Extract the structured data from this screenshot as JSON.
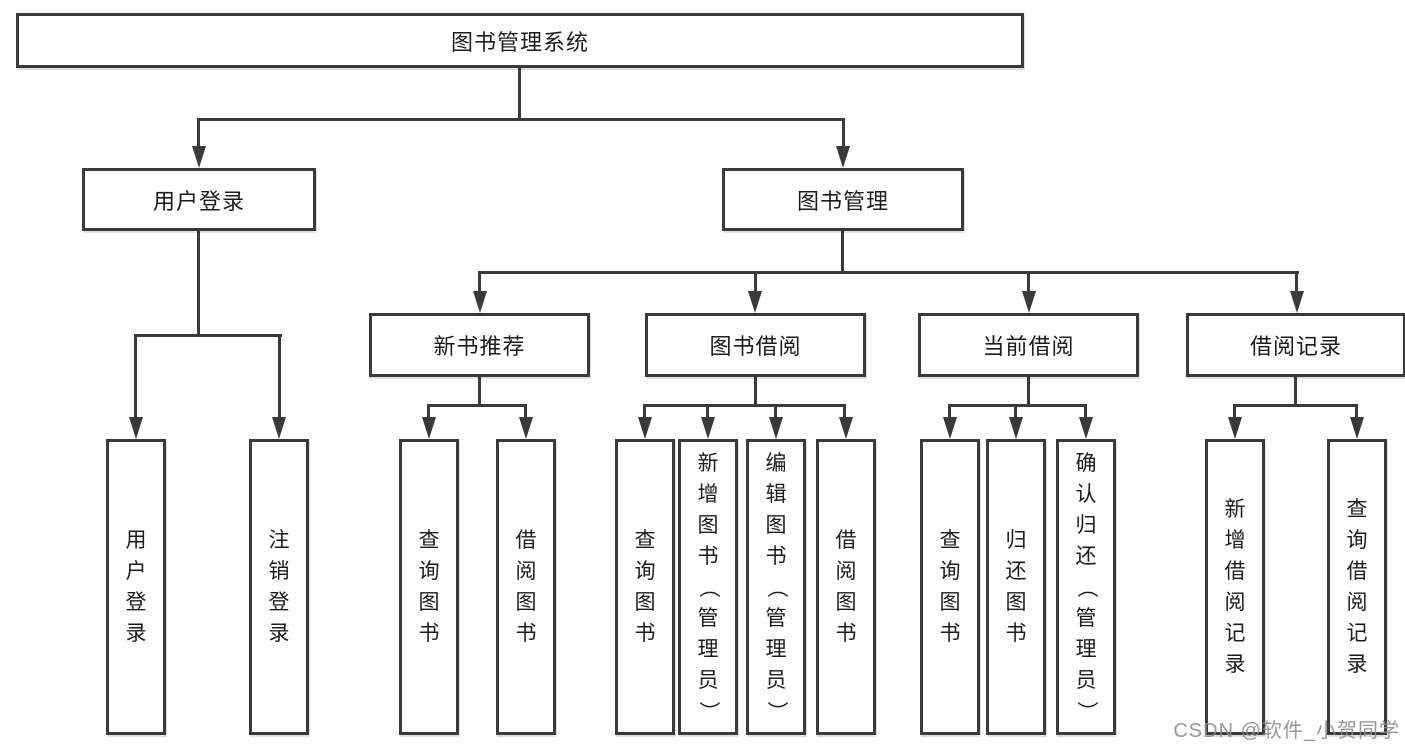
{
  "tree": {
    "label": "图书管理系统",
    "children": [
      {
        "label": "用户登录",
        "children": [
          {
            "label": "用户登录"
          },
          {
            "label": "注销登录"
          }
        ]
      },
      {
        "label": "图书管理",
        "children": [
          {
            "label": "新书推荐",
            "children": [
              {
                "label": "查询图书"
              },
              {
                "label": "借阅图书"
              }
            ]
          },
          {
            "label": "图书借阅",
            "children": [
              {
                "label": "查询图书"
              },
              {
                "label": "新增图书（管理员）"
              },
              {
                "label": "编辑图书（管理员）"
              },
              {
                "label": "借阅图书"
              }
            ]
          },
          {
            "label": "当前借阅",
            "children": [
              {
                "label": "查询图书"
              },
              {
                "label": "归还图书"
              },
              {
                "label": "确认归还（管理员）"
              }
            ]
          },
          {
            "label": "借阅记录",
            "children": [
              {
                "label": "新增借阅记录"
              },
              {
                "label": "查询借阅记录"
              }
            ]
          }
        ]
      }
    ]
  },
  "watermark": {
    "text": "CSDN @软件_小贺同学"
  },
  "colors": {
    "line": "#3a3a3a",
    "text": "#1c1c1c",
    "background": "#ffffff",
    "watermark": "#8c8c8c"
  }
}
